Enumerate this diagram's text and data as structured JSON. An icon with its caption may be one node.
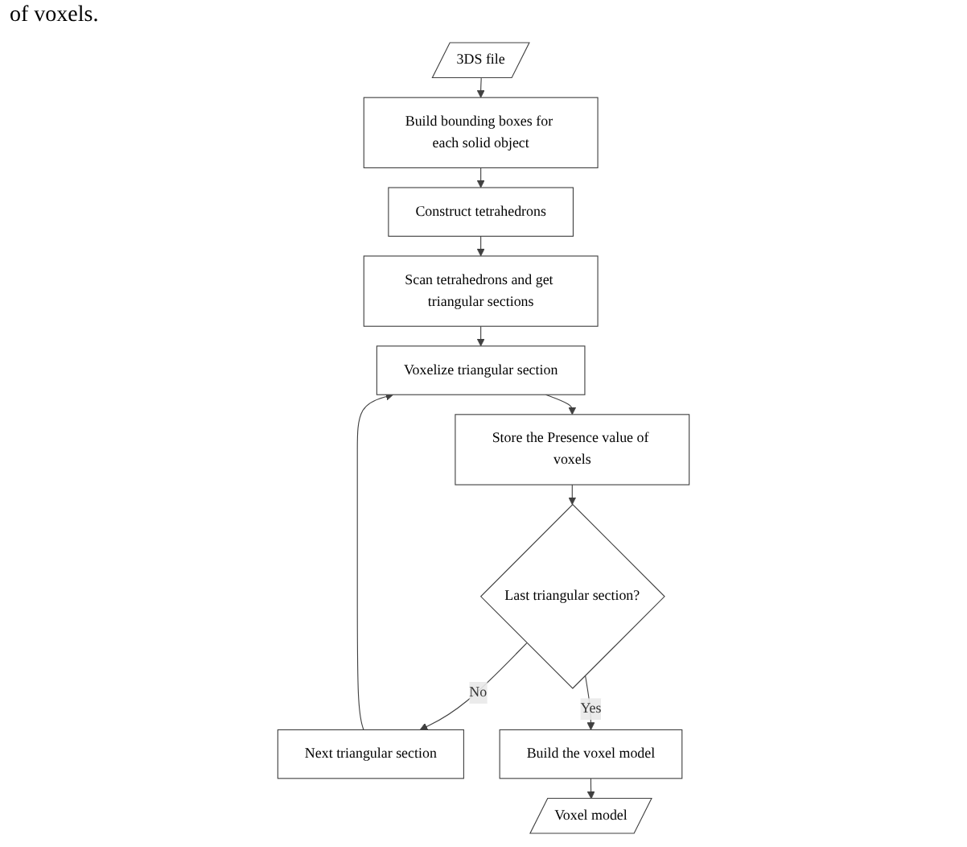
{
  "diagram": {
    "nodes": [
      {
        "text": [
          "3DS file"
        ]
      },
      {
        "text": [
          "Build bounding boxes for each solid object"
        ]
      },
      {
        "text": [
          "Construct tetrahedrons"
        ]
      },
      {
        "text": [
          "Scan tetrahedrons and get triangular sections"
        ]
      },
      {
        "text": [
          "Voxelize triangular section"
        ]
      },
      {
        "text": [
          "Store the Presence value of voxels"
        ]
      },
      {
        "text": [
          "Last triangular section?"
        ]
      },
      {
        "text": [
          "Next triangular section"
        ]
      },
      {
        "text": [
          "Build the voxel model"
        ]
      },
      {
        "text": [
          "Voxel model"
        ]
      }
    ],
    "edges": [
      {
        "from": 0,
        "to": 1,
        "arrow": "to"
      },
      {
        "from": 1,
        "to": 2,
        "arrow": "to"
      },
      {
        "from": 2,
        "to": 3,
        "arrow": "to"
      },
      {
        "from": 3,
        "to": 4,
        "arrow": "to"
      },
      {
        "from": 4,
        "to": 5,
        "arrow": "to"
      },
      {
        "from": 5,
        "to": 6,
        "arrow": "to"
      },
      {
        "from": 6,
        "to": 7,
        "label": "No",
        "arrow": "to"
      },
      {
        "from": 7,
        "to": 4,
        "arrow": "to"
      },
      {
        "from": 6,
        "to": 8,
        "label": "Yes",
        "arrow": "to"
      },
      {
        "from": 8,
        "to": 9,
        "arrow": "to"
      }
    ],
    "labels": [
      "of voxels."
    ]
  }
}
